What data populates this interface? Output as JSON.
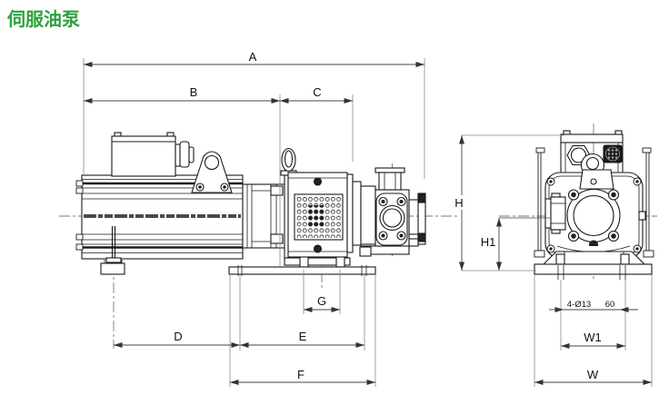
{
  "title": {
    "text": "伺服油泵",
    "color": "#2ea13d"
  },
  "dimensions": {
    "a": "A",
    "b": "B",
    "c": "C",
    "d": "D",
    "e": "E",
    "f": "F",
    "g": "G",
    "h": "H",
    "h1": "H1",
    "w": "W",
    "w1": "W1",
    "holes_note": "4-Ø13",
    "hole_spacing": "60"
  }
}
